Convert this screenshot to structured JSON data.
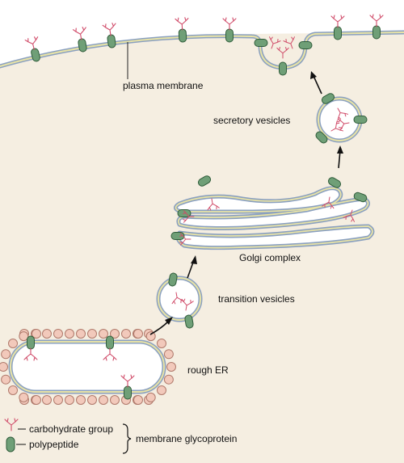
{
  "labels": {
    "plasma_membrane": "plasma membrane",
    "secretory_vesicles": "secretory vesicles",
    "golgi_complex": "Golgi complex",
    "transition_vesicles": "transition vesicles",
    "rough_er": "rough ER"
  },
  "legend": {
    "carbohydrate": "carbohydrate group",
    "polypeptide": "polypeptide",
    "glycoprotein": "membrane glycoprotein"
  },
  "colors": {
    "cytoplasm": "#f5eee1",
    "membrane_outer": "#8aa0c0",
    "membrane_inner": "#e8e3a6",
    "lumen": "#ffffff",
    "ribosome_fill": "#f2c9bb",
    "ribosome_stroke": "#b07a6c",
    "polypeptide_fill": "#6f9f77",
    "polypeptide_stroke": "#2f5c3a",
    "carbohydrate": "#d04a68",
    "text": "#111111"
  },
  "icons": {
    "carbohydrate": "branched-sugar-icon",
    "polypeptide": "green-capsule-icon"
  }
}
